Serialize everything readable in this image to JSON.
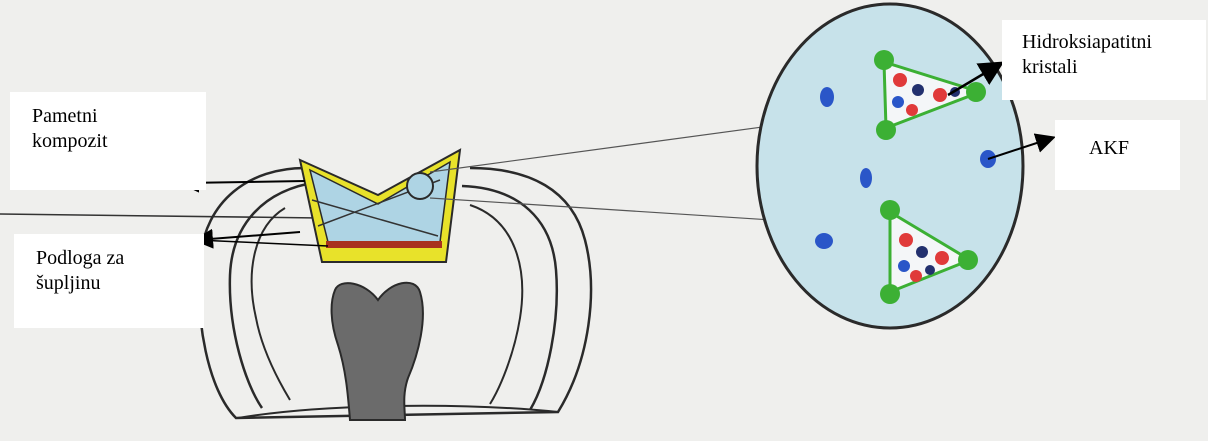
{
  "labels": {
    "smart_composite": {
      "line1": "Pametni",
      "line2": "kompozit"
    },
    "cavity_liner": {
      "line1": "Podloga za",
      "line2": "šupljinu"
    },
    "hydroxyapatite": {
      "line1": "Hidroksiapatitni",
      "line2": "kristali"
    },
    "acp": {
      "text": "AKF"
    }
  },
  "colors": {
    "paper": "#efefed",
    "composite_fill": "#aed4e4",
    "liner_outline": "#e8e22a",
    "liner_band": "#a8321e",
    "pulp_fill": "#6b6b6b",
    "magnified_fill": "#c7e2ea",
    "acp_particles": "#2a56c8",
    "crystal_corners": "#3cb034",
    "ions_red": "#e03a3a",
    "ions_navy": "#22306e"
  }
}
